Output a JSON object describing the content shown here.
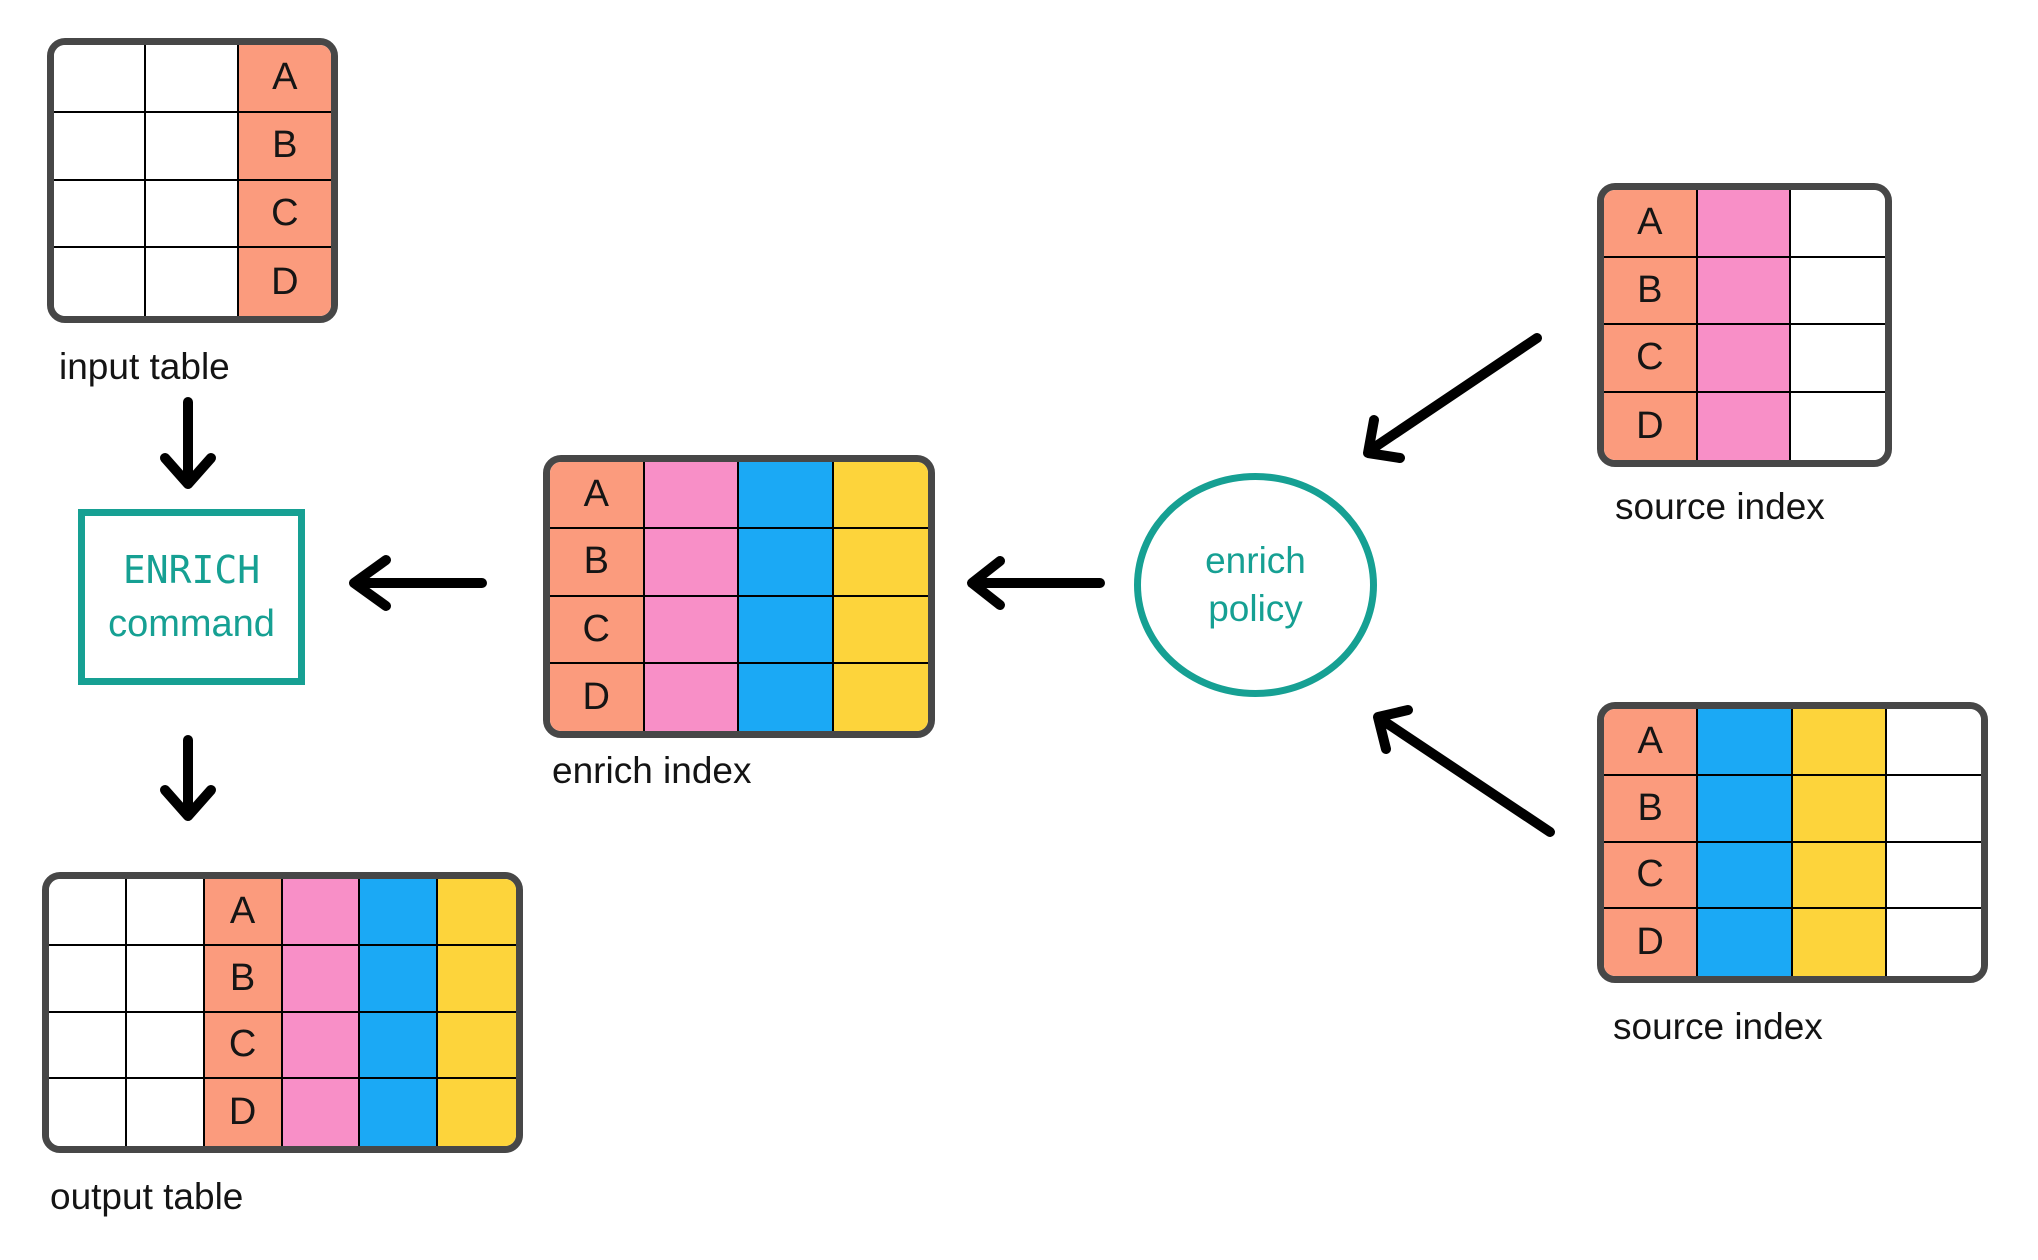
{
  "colors": {
    "white": "#ffffff",
    "salmon": "#FB9B7D",
    "pink": "#F88FC7",
    "blue": "#1BA9F5",
    "yellow": "#FDD43B",
    "teal": "#16A093",
    "table_border": "#474747",
    "grid_line": "#000000",
    "arrow": "#000000"
  },
  "tables": {
    "input": {
      "label": "input table",
      "columns": [
        "white",
        "white",
        "salmon"
      ],
      "key_column": 2,
      "rows": [
        "A",
        "B",
        "C",
        "D"
      ]
    },
    "enrich_index": {
      "label": "enrich index",
      "columns": [
        "salmon",
        "pink",
        "blue",
        "yellow"
      ],
      "key_column": 0,
      "rows": [
        "A",
        "B",
        "C",
        "D"
      ]
    },
    "source_top": {
      "label": "source index",
      "columns": [
        "salmon",
        "pink",
        "white"
      ],
      "key_column": 0,
      "rows": [
        "A",
        "B",
        "C",
        "D"
      ]
    },
    "source_bottom": {
      "label": "source index",
      "columns": [
        "salmon",
        "blue",
        "yellow",
        "white"
      ],
      "key_column": 0,
      "rows": [
        "A",
        "B",
        "C",
        "D"
      ]
    },
    "output": {
      "label": "output table",
      "columns": [
        "white",
        "white",
        "salmon",
        "pink",
        "blue",
        "yellow"
      ],
      "key_column": 2,
      "rows": [
        "A",
        "B",
        "C",
        "D"
      ]
    }
  },
  "nodes": {
    "enrich_command": {
      "line1": "ENRICH",
      "line2": "command"
    },
    "enrich_policy": {
      "line1": "enrich",
      "line2": "policy"
    }
  }
}
